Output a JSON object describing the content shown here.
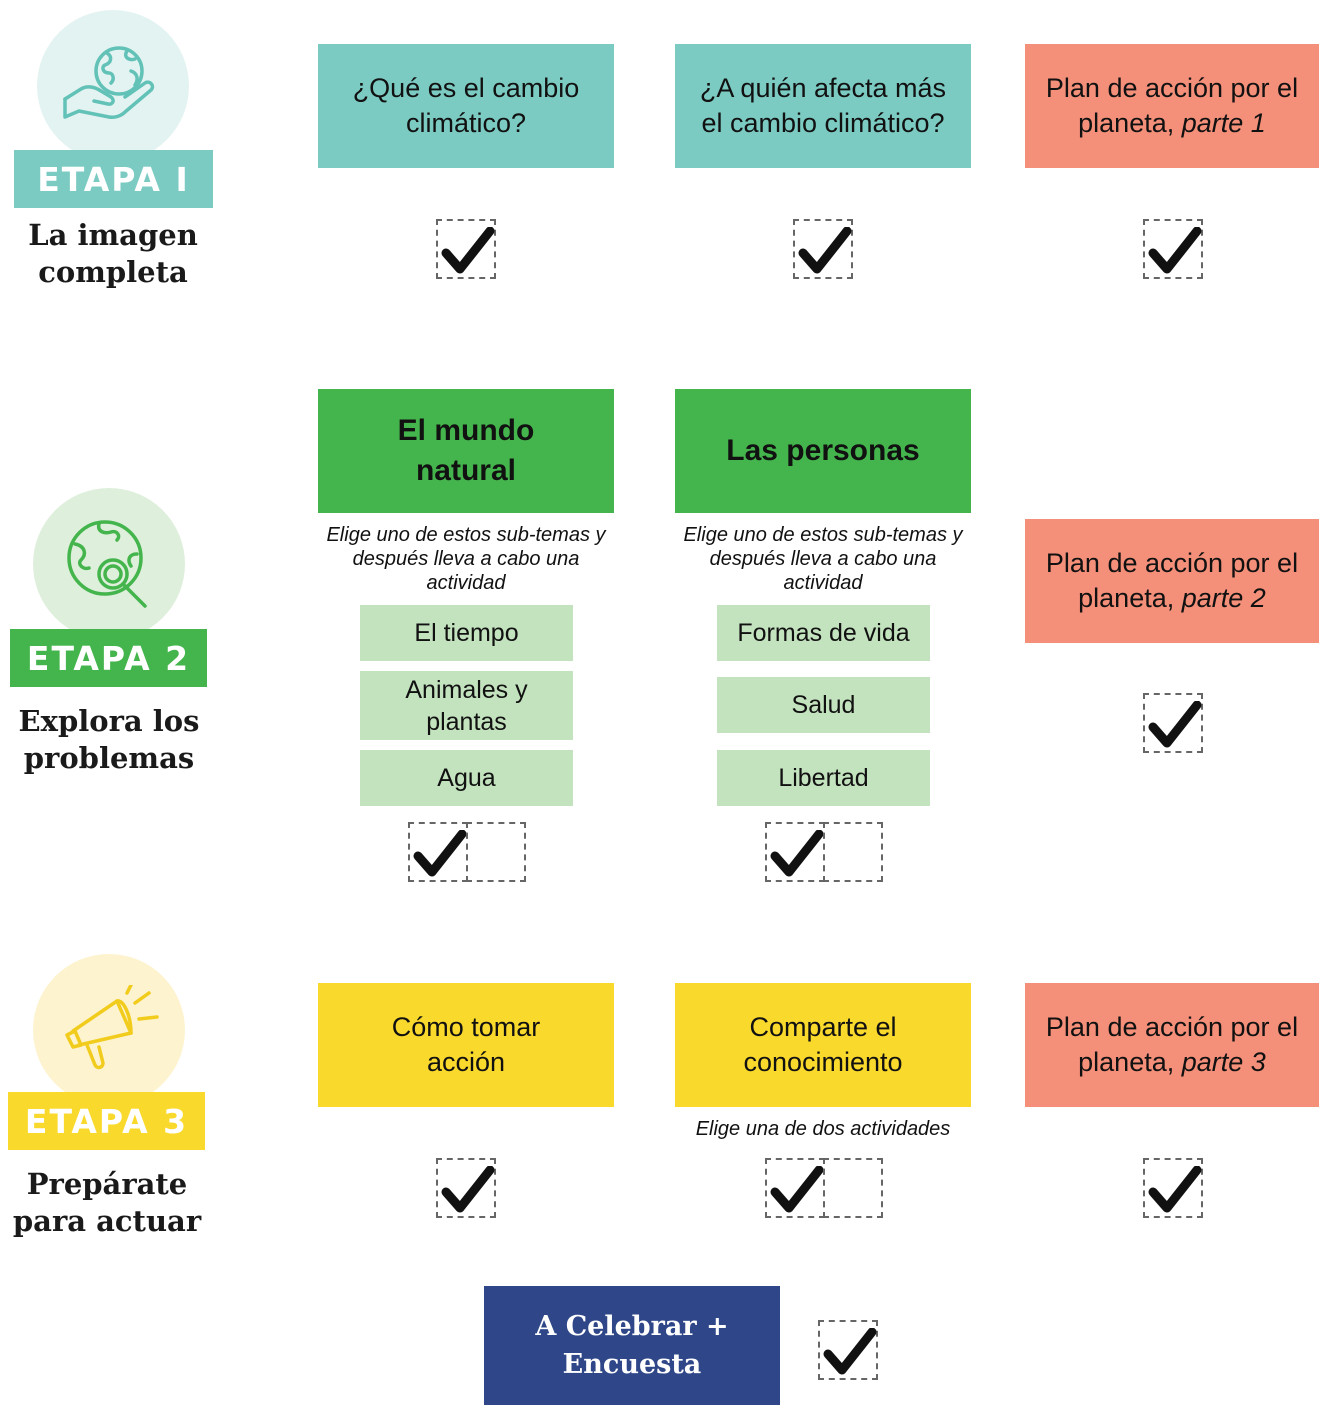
{
  "stages": [
    {
      "badge": "ETAPA I",
      "subtitle_line1": "La imagen",
      "subtitle_line2": "completa",
      "icon": "earth-in-hand-icon",
      "badge_color": "#7ccbc3",
      "circle_color": "#e3f3f1"
    },
    {
      "badge": "ETAPA 2",
      "subtitle_line1": "Explora los",
      "subtitle_line2": "problemas",
      "icon": "globe-magnifier-icon",
      "badge_color": "#44b54c",
      "circle_color": "#deefdc"
    },
    {
      "badge": "ETAPA 3",
      "subtitle_line1": "Prepárate",
      "subtitle_line2": "para actuar",
      "icon": "megaphone-icon",
      "badge_color": "#fad92d",
      "circle_color": "#fdf3cf"
    }
  ],
  "stage1": {
    "card1": "¿Qué es el cambio climático?",
    "card2": "¿A quién afecta más el cambio climático?",
    "plan_text": "Plan de acción por el planeta,",
    "plan_part": "parte 1"
  },
  "stage2": {
    "card1": "El mundo natural",
    "card2": "Las personas",
    "instruction": "Elige uno de estos sub-temas y después lleva a cabo una actividad",
    "col1_topics": [
      "El tiempo",
      "Animales y plantas",
      "Agua"
    ],
    "col2_topics": [
      "Formas de vida",
      "Salud",
      "Libertad"
    ],
    "plan_text": "Plan de acción por el planeta,",
    "plan_part": "parte 2"
  },
  "stage3": {
    "card1": "Cómo tomar acción",
    "card2": "Comparte el conocimiento",
    "instruction": "Elige una de dos actividades",
    "plan_text": "Plan de acción por el planeta,",
    "plan_part": "parte 3"
  },
  "final": {
    "line1": "A Celebrar +",
    "line2": "Encuesta"
  },
  "colors": {
    "teal": "#7ccbc3",
    "salmon": "#f4907a",
    "green": "#44b54c",
    "light_green": "#c3e2be",
    "yellow": "#fad92d",
    "navy": "#2f4789"
  }
}
